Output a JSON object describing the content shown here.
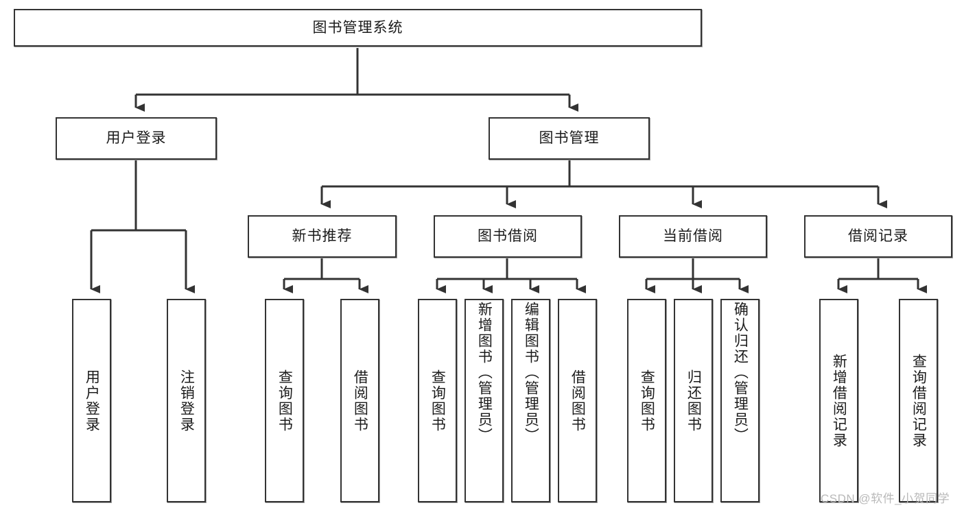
{
  "diagram": {
    "type": "tree-hierarchy-diagram",
    "title": "图书管理系统",
    "orientation": "top-down",
    "colors": {
      "box_border": "#333333",
      "box_fill": "#ffffff",
      "connector": "#333333",
      "text": "#1b1b1b",
      "watermark": "#b9b9b9",
      "background": "#ffffff"
    },
    "root": {
      "id": "root",
      "label": "图书管理系统",
      "text_orientation": "horizontal"
    },
    "level2": [
      {
        "id": "user-login",
        "label": "用户登录",
        "text_orientation": "horizontal"
      },
      {
        "id": "book-management",
        "label": "图书管理",
        "text_orientation": "horizontal"
      }
    ],
    "level3": [
      {
        "id": "new-book-recommend",
        "label": "新书推荐",
        "parent": "book-management",
        "text_orientation": "horizontal"
      },
      {
        "id": "book-borrow",
        "label": "图书借阅",
        "parent": "book-management",
        "text_orientation": "horizontal"
      },
      {
        "id": "current-borrow",
        "label": "当前借阅",
        "parent": "book-management",
        "text_orientation": "horizontal"
      },
      {
        "id": "borrow-record",
        "label": "借阅记录",
        "parent": "book-management",
        "text_orientation": "horizontal"
      }
    ],
    "leaves": [
      {
        "id": "leaf-user-login",
        "label": "用户登录",
        "parent": "user-login",
        "text_orientation": "vertical"
      },
      {
        "id": "leaf-logout-login",
        "label": "注销登录",
        "parent": "user-login",
        "text_orientation": "vertical"
      },
      {
        "id": "leaf-query-book-1",
        "label": "查询图书",
        "parent": "new-book-recommend",
        "text_orientation": "vertical"
      },
      {
        "id": "leaf-borrow-book-1",
        "label": "借阅图书",
        "parent": "new-book-recommend",
        "text_orientation": "vertical"
      },
      {
        "id": "leaf-query-book-2",
        "label": "查询图书",
        "parent": "book-borrow",
        "text_orientation": "vertical"
      },
      {
        "id": "leaf-add-book-admin",
        "label": "新增图书（管理员）",
        "parent": "book-borrow",
        "text_orientation": "vertical"
      },
      {
        "id": "leaf-edit-book-admin",
        "label": "编辑图书（管理员）",
        "parent": "book-borrow",
        "text_orientation": "vertical"
      },
      {
        "id": "leaf-borrow-book-2",
        "label": "借阅图书",
        "parent": "book-borrow",
        "text_orientation": "vertical"
      },
      {
        "id": "leaf-query-book-3",
        "label": "查询图书",
        "parent": "current-borrow",
        "text_orientation": "vertical"
      },
      {
        "id": "leaf-return-book",
        "label": "归还图书",
        "parent": "current-borrow",
        "text_orientation": "vertical"
      },
      {
        "id": "leaf-confirm-return-admin",
        "label": "确认归还（管理员）",
        "parent": "current-borrow",
        "text_orientation": "vertical"
      },
      {
        "id": "leaf-add-borrow-record",
        "label": "新增借阅记录",
        "parent": "borrow-record",
        "text_orientation": "vertical"
      },
      {
        "id": "leaf-query-borrow-record",
        "label": "查询借阅记录",
        "parent": "borrow-record",
        "text_orientation": "vertical"
      }
    ],
    "watermark": "CSDN @软件_小贺同学"
  }
}
